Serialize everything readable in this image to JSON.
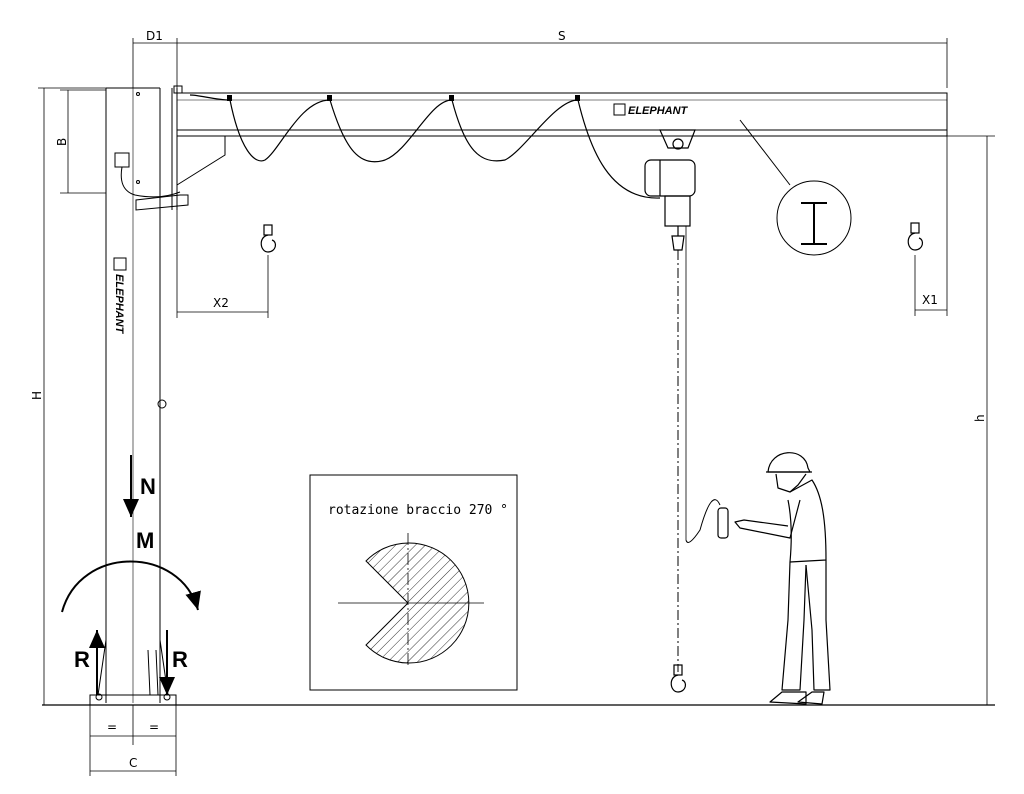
{
  "dimensions": {
    "d1": "D1",
    "s": "S",
    "b": "B",
    "h_total": "H",
    "h_hook": "h",
    "x1": "X1",
    "x2": "X2",
    "c": "C",
    "eq_left": "=",
    "eq_right": "="
  },
  "forces": {
    "n": "N",
    "m": "M",
    "r_left": "R",
    "r_right": "R"
  },
  "brand": {
    "beam_label": "ELEPHANT",
    "column_label": "ELEPHANT"
  },
  "rotation_box": {
    "label": "rotazione braccio 270 °"
  }
}
